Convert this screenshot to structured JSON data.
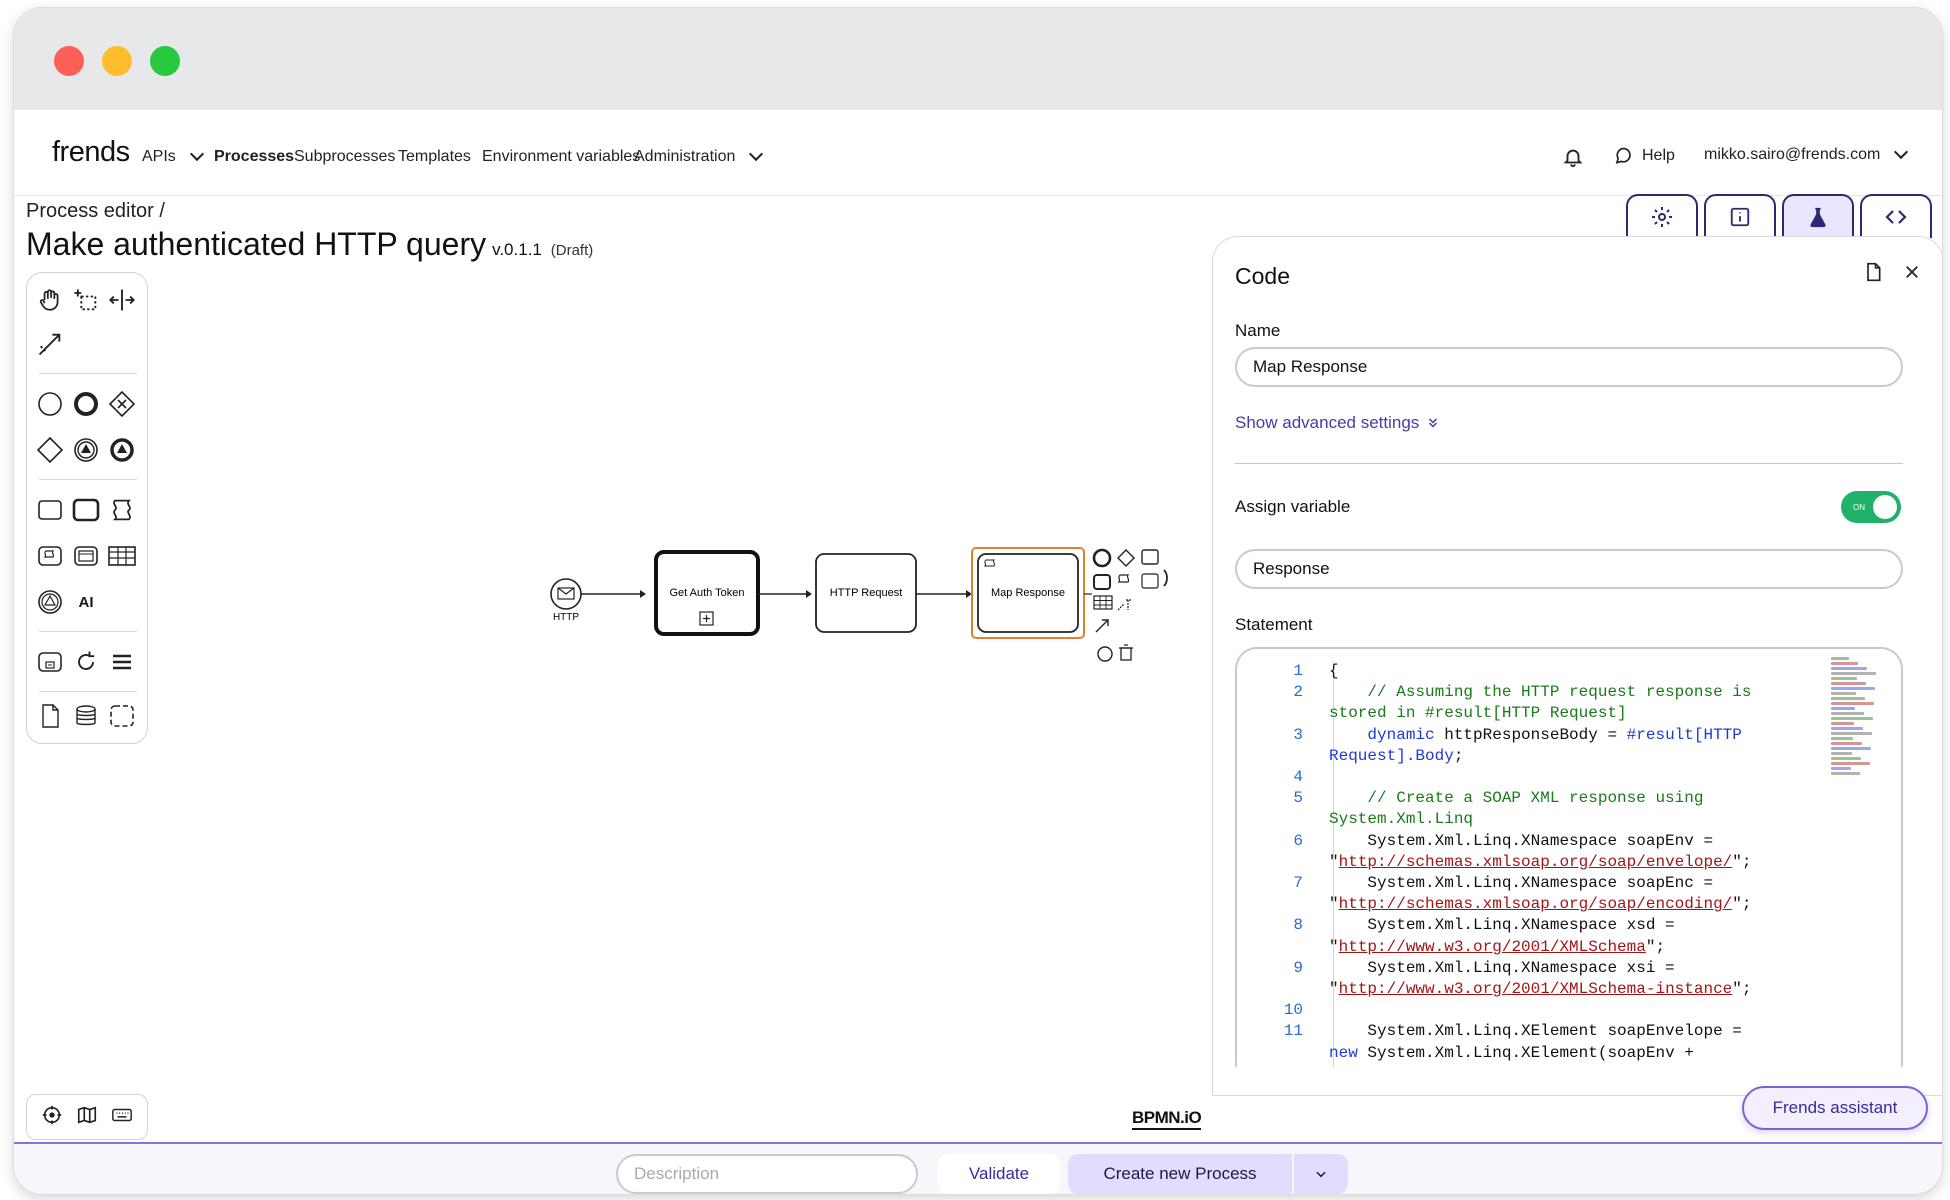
{
  "nav": {
    "logo": "frends",
    "items": [
      {
        "label": "APIs",
        "has_dropdown": true
      },
      {
        "label": "Processes",
        "active": true
      },
      {
        "label": "Subprocesses"
      },
      {
        "label": "Templates"
      },
      {
        "label": "Environment variables"
      },
      {
        "label": "Administration",
        "has_dropdown": true
      }
    ],
    "help": "Help",
    "user": "mikko.sairo@frends.com"
  },
  "page": {
    "breadcrumb": "Process editor /",
    "title": "Make authenticated HTTP query",
    "version": "v.0.1.1",
    "status": "(Draft)"
  },
  "diagram": {
    "start_event": "HTTP",
    "tasks": [
      "Get Auth Token",
      "HTTP Request",
      "Map Response"
    ],
    "bpmn_logo": "BPMN.iO"
  },
  "tabs": [
    "settings-icon",
    "info-icon",
    "flask-icon",
    "code-icon"
  ],
  "panel": {
    "title": "Code",
    "name_label": "Name",
    "name_value": "Map Response",
    "advanced_link": "Show advanced settings",
    "assign_label": "Assign variable",
    "toggle_text": "ON",
    "toggle_on": true,
    "variable_value": "Response",
    "statement_label": "Statement",
    "code_lines": [
      {
        "n": "1",
        "text": "{"
      },
      {
        "n": "2",
        "text": "    // Assuming the HTTP request response is"
      },
      {
        "n": "",
        "text": "stored in #result[HTTP Request]"
      },
      {
        "n": "3",
        "text": "    dynamic httpResponseBody = #result[HTTP"
      },
      {
        "n": "",
        "text": "Request].Body;"
      },
      {
        "n": "4",
        "text": ""
      },
      {
        "n": "5",
        "text": "    // Create a SOAP XML response using"
      },
      {
        "n": "",
        "text": "System.Xml.Linq"
      },
      {
        "n": "6",
        "text": "    System.Xml.Linq.XNamespace soapEnv ="
      },
      {
        "n": "",
        "text": "\"http://schemas.xmlsoap.org/soap/envelope/\";"
      },
      {
        "n": "7",
        "text": "    System.Xml.Linq.XNamespace soapEnc ="
      },
      {
        "n": "",
        "text": "\"http://schemas.xmlsoap.org/soap/encoding/\";"
      },
      {
        "n": "8",
        "text": "    System.Xml.Linq.XNamespace xsd ="
      },
      {
        "n": "",
        "text": "\"http://www.w3.org/2001/XMLSchema\";"
      },
      {
        "n": "9",
        "text": "    System.Xml.Linq.XNamespace xsi ="
      },
      {
        "n": "",
        "text": "\"http://www.w3.org/2001/XMLSchema-instance\";"
      },
      {
        "n": "10",
        "text": ""
      },
      {
        "n": "11",
        "text": "    System.Xml.Linq.XElement soapEnvelope ="
      },
      {
        "n": "",
        "text": "new System.Xml.Linq.XElement(soapEnv +"
      }
    ]
  },
  "assistant": "Frends assistant",
  "bottom": {
    "description_placeholder": "Description",
    "validate": "Validate",
    "create": "Create new Process"
  },
  "colors": {
    "accent": "#4a3aa8",
    "toggle": "#1fb36a",
    "selected_task": "#e0822a"
  }
}
